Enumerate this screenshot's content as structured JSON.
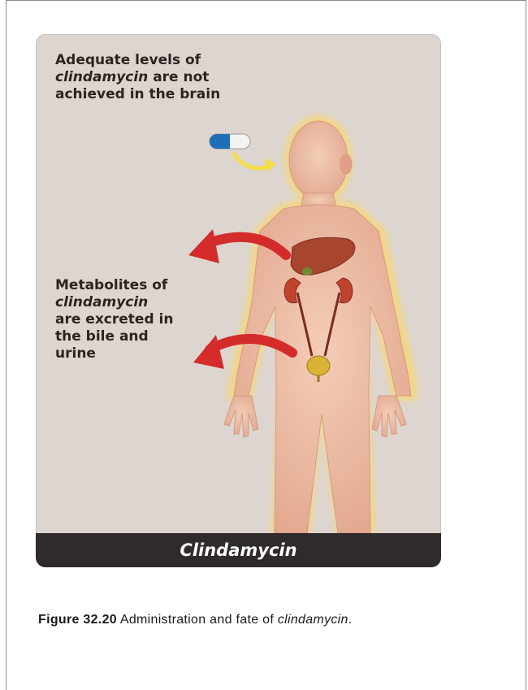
{
  "callouts": {
    "brain": {
      "line1": "Adequate levels of",
      "drug": "clindamycin",
      "line2_rest": " are not",
      "line3": "achieved in the brain"
    },
    "excretion": {
      "line1": "Metabolites of",
      "drug": "clindamycin",
      "line3": "are excreted in",
      "line4": "the bile and",
      "line5": "urine"
    }
  },
  "panel": {
    "footer_title": "Clindamycin"
  },
  "caption": {
    "label": "Figure 32.20",
    "text": " Administration and fate of ",
    "drug": "clindamycin",
    "end": "."
  },
  "colors": {
    "panel_bg": "#ddd5cf",
    "footer_bg": "#2f2b2a",
    "body_fill": "#e8b9a4",
    "body_glow": "#f6d77a",
    "arrow_red": "#d42b2b",
    "capsule_blue": "#1f6fb8",
    "liver": "#a8452f",
    "kidney": "#c0432e"
  }
}
